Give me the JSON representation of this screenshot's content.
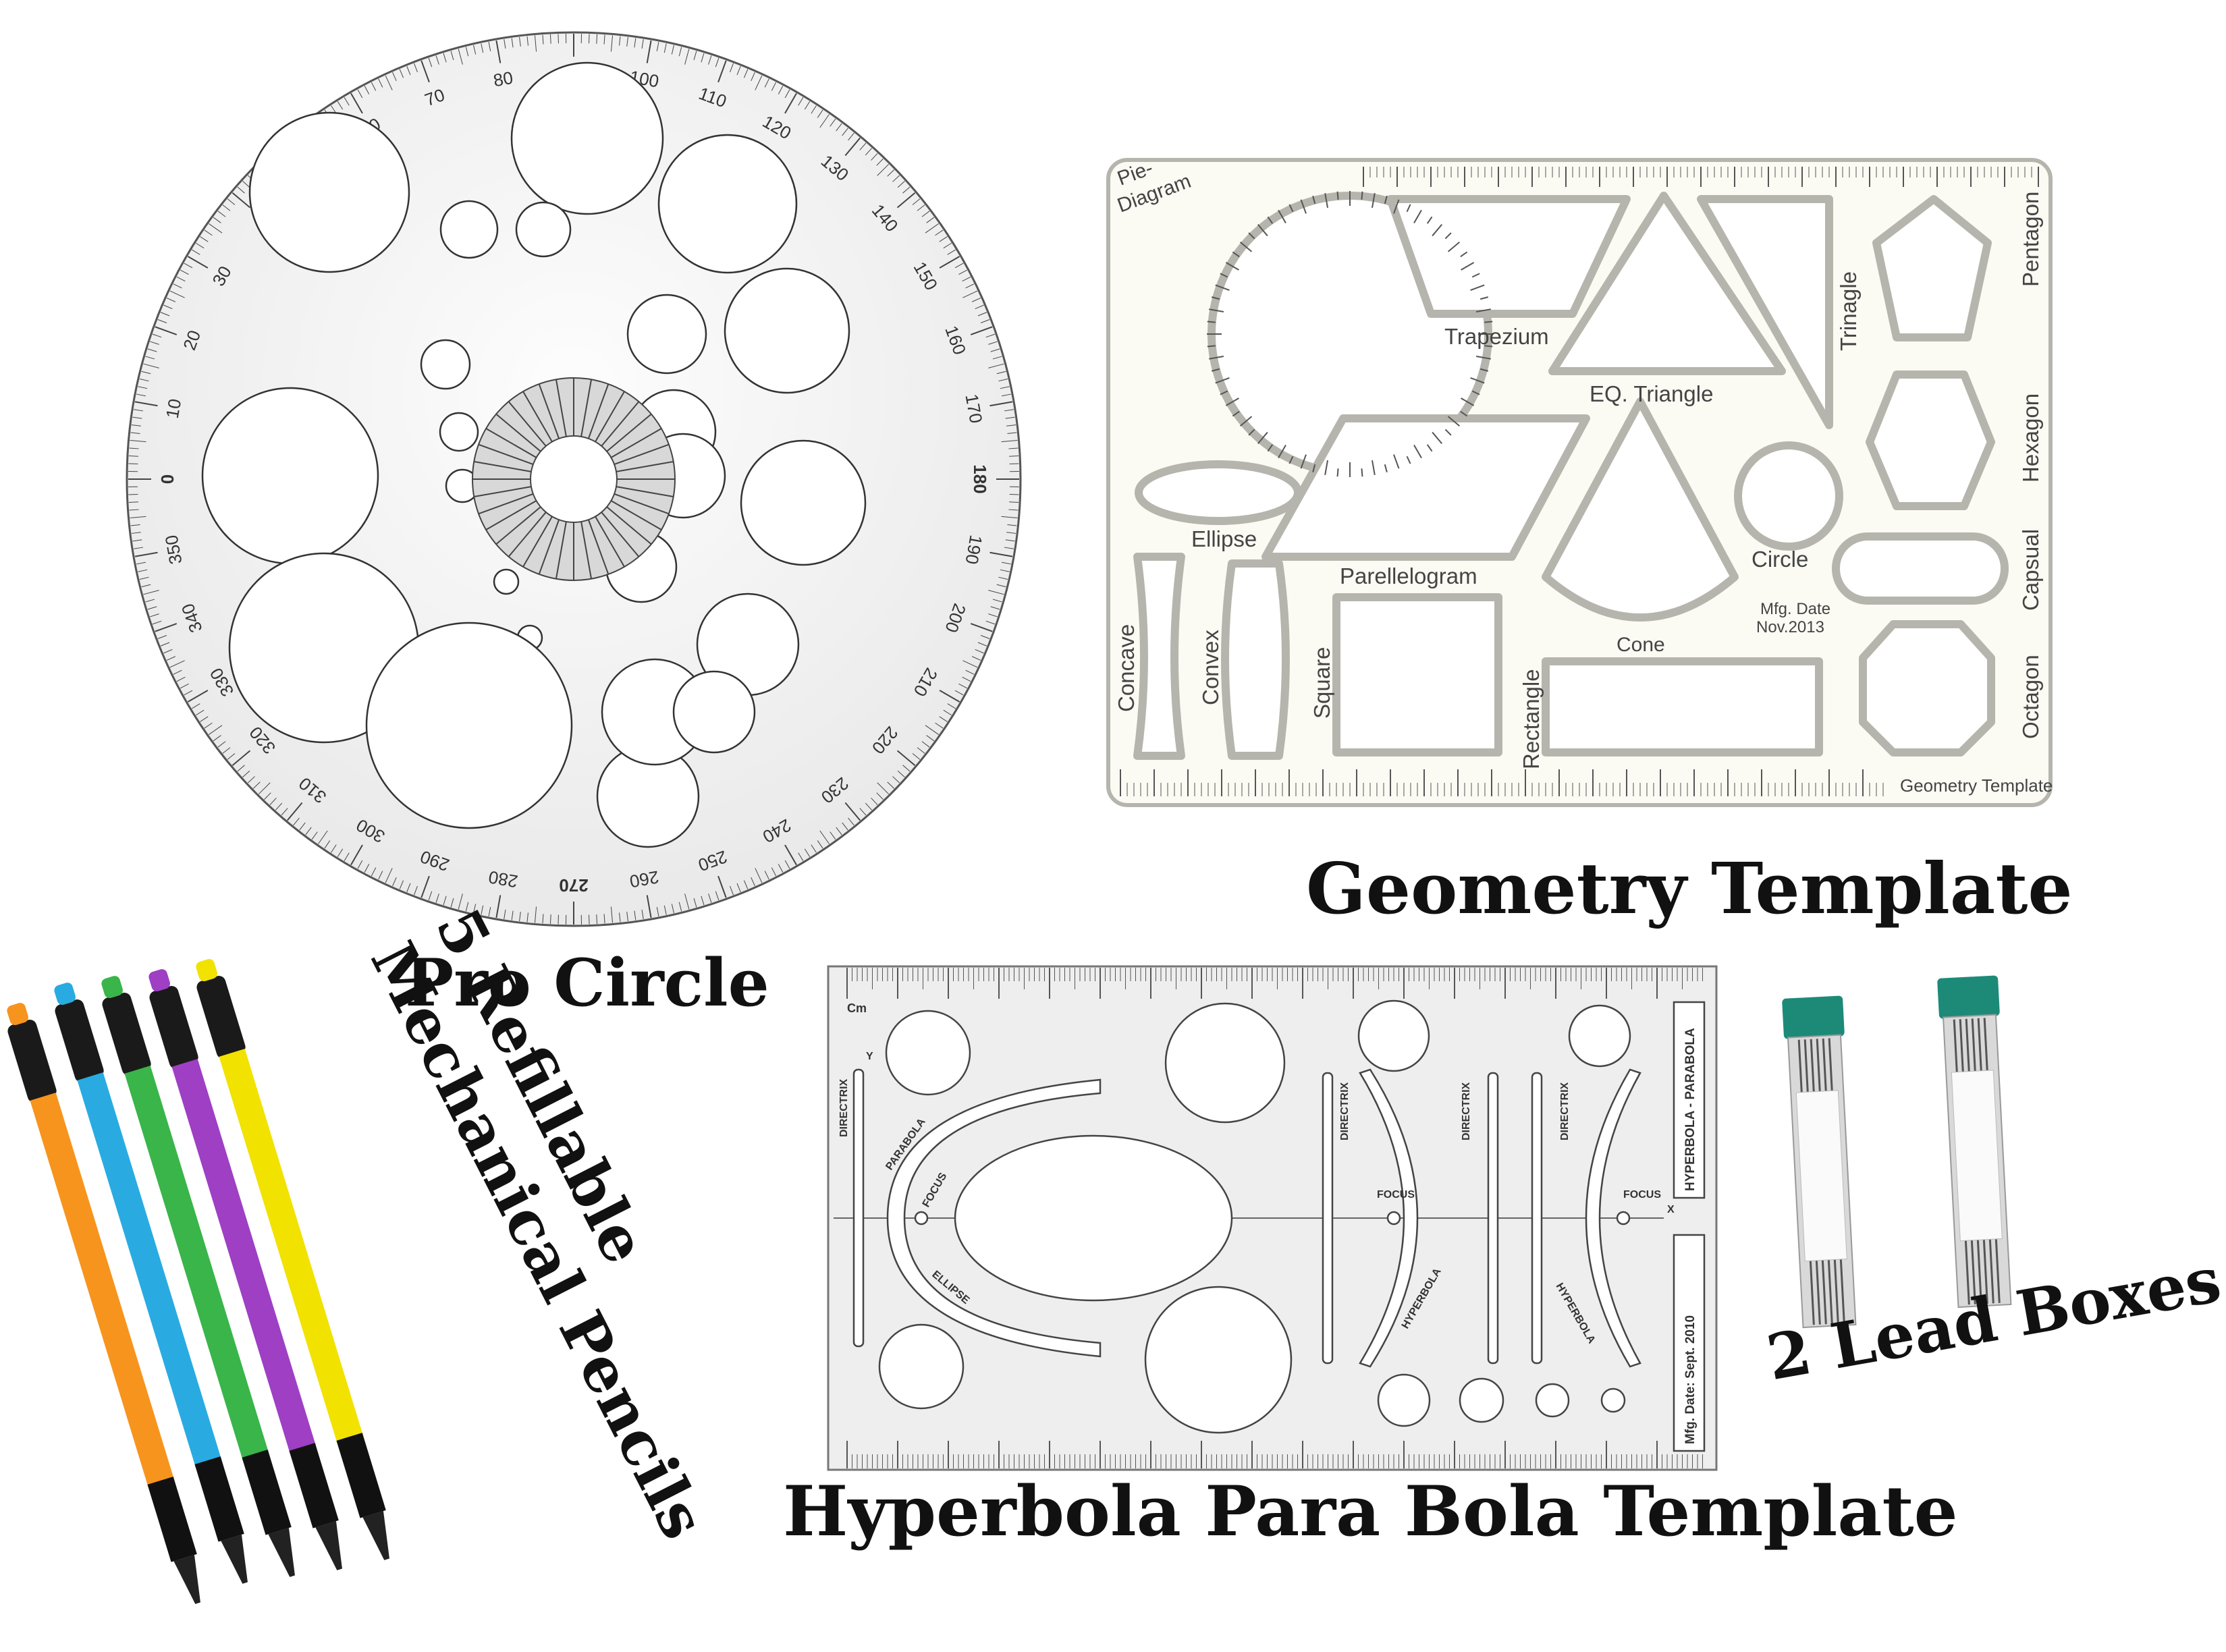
{
  "captions": {
    "pro_circle": "Pro Circle",
    "geometry_template": "Geometry Template",
    "hyperbola_template": "Hyperbola Para Bola Template",
    "lead_boxes": "2 Lead Boxes",
    "pencils_line1": "5 Refillable",
    "pencils_line2": "Mechanical Pencils"
  },
  "geometry_template": {
    "footer_label": "Geometry Template",
    "pie_label_1": "Pie-",
    "pie_label_2": "Diagram",
    "shapes": {
      "trapezium": "Trapezium",
      "eq_triangle": "EQ. Triangle",
      "trinagle": "Trinagle",
      "pentagon": "Pentagon",
      "hexagon": "Hexagon",
      "capsual": "Capsual",
      "octagon": "Octagon",
      "ellipse": "Ellipse",
      "parellelogram": "Parellelogram",
      "circle": "Circle",
      "cone": "Cone",
      "concave": "Concave",
      "convex": "Convex",
      "square": "Square",
      "rectangle": "Rectangle"
    },
    "mfg_1": "Mfg. Date",
    "mfg_2": "Nov.2013"
  },
  "hyperbola_template": {
    "unit": "Cm",
    "side_label": "HYPERBOLA - PARABOLA",
    "mfg": "Mfg. Date: Sept. 2010",
    "directrix": "DIRECTRIX",
    "parabola": "PARABOLA",
    "ellipse": "ELLIPSE",
    "focus": "FOCUS",
    "hyperbola": "HYPERBOLA",
    "x": "X",
    "y": "Y"
  },
  "colors": {
    "pencil_orange": "#f7941d",
    "pencil_blue": "#29abe2",
    "pencil_green": "#39b54a",
    "pencil_purple": "#9e3fc4",
    "pencil_yellow": "#f2e200",
    "lead_cap": "#1d8a78"
  }
}
